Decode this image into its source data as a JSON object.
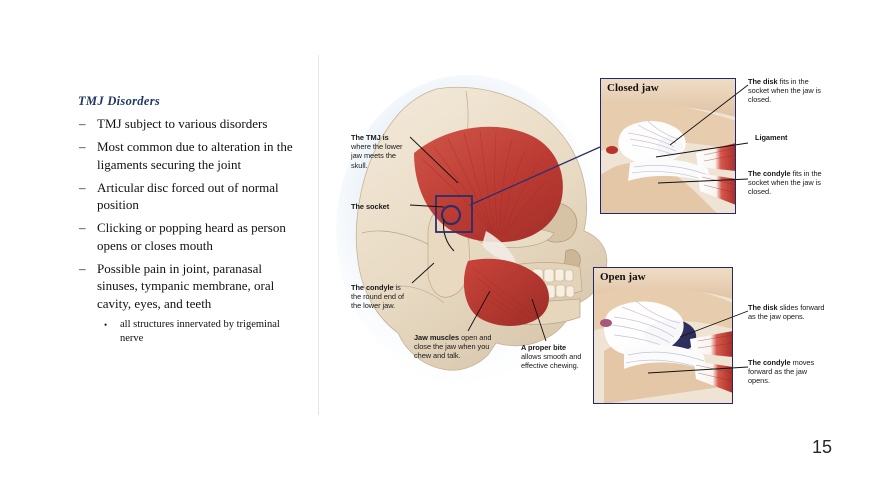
{
  "slide": {
    "page_number": "15",
    "title": "TMJ Disorders",
    "dash_marker": "–",
    "dot_marker": "•",
    "bullets": [
      {
        "text": "TMJ subject to various disorders"
      },
      {
        "text": "Most common due to alteration in the ligaments securing the joint"
      },
      {
        "text": "Articular disc forced out of normal position"
      },
      {
        "text": "Clicking or popping heard as person opens or closes mouth"
      },
      {
        "text": "Possible pain in joint, paranasal sinuses, tympanic membrane, oral cavity, eyes, and teeth"
      }
    ],
    "sub_bullets": [
      {
        "text": "all structures innervated by trigeminal nerve"
      }
    ]
  },
  "figure": {
    "callouts": {
      "tmj": {
        "bold": "The TMJ is",
        "rest": " where the lower jaw meets the skull."
      },
      "socket": {
        "bold": "The socket",
        "rest": ""
      },
      "condyle": {
        "bold": "The condyle",
        "rest": " is the round end of the lower jaw."
      },
      "jaw_muscles": {
        "bold": "Jaw muscles",
        "rest": " open and close the jaw when you chew and talk."
      },
      "proper_bite": {
        "bold": "A proper bite",
        "rest": " allows smooth and effective chewing."
      },
      "disk_closed": {
        "bold": "The disk",
        "rest": " fits in the socket when the jaw is closed."
      },
      "ligament": {
        "bold": "Ligament",
        "rest": ""
      },
      "condyle_closed": {
        "bold": "The condyle",
        "rest": " fits in the socket when the jaw is closed."
      },
      "disk_open": {
        "bold": "The disk",
        "rest": " slides forward as the jaw opens."
      },
      "condyle_open": {
        "bold": "The condyle",
        "rest": " moves forward as the jaw opens."
      }
    },
    "panels": {
      "closed_label": "Closed jaw",
      "open_label": "Open jaw"
    },
    "colors": {
      "bone": "#efe3d4",
      "muscle": "#c0392b",
      "disc_navy": "#2b2e6e",
      "panel_border": "#23276e",
      "leader_line": "#111111",
      "skin_halo": "#eef3f8",
      "title_navy": "#1f3864"
    }
  }
}
